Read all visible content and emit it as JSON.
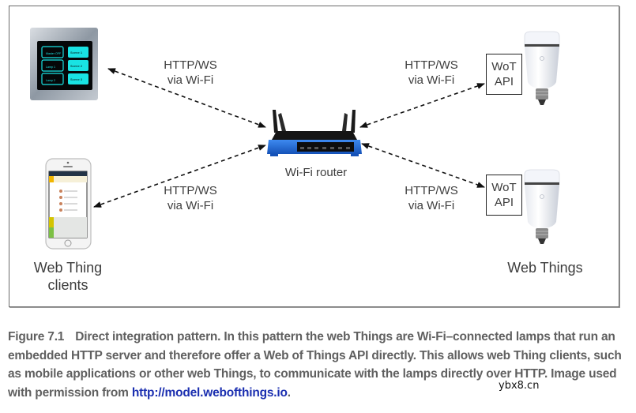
{
  "diagram": {
    "nodes": {
      "wall_switch": {
        "name": "Wall switch panel",
        "buttons_left": [
          "Master OFF",
          "Lamp 1",
          "Lamp 2"
        ],
        "buttons_right": [
          "Scene 1",
          "Scene 2",
          "Scene 3"
        ]
      },
      "smartphone": {
        "name": "Smartphone"
      },
      "router": {
        "label": "Wi-Fi router"
      },
      "lamp_top": {
        "api_label_line1": "WoT",
        "api_label_line2": "API"
      },
      "lamp_bottom": {
        "api_label_line1": "WoT",
        "api_label_line2": "API"
      }
    },
    "connections": [
      {
        "from": "wall_switch",
        "to": "router",
        "line1": "HTTP/WS",
        "line2": "via Wi-Fi"
      },
      {
        "from": "smartphone",
        "to": "router",
        "line1": "HTTP/WS",
        "line2": "via Wi-Fi"
      },
      {
        "from": "router",
        "to": "lamp_top",
        "line1": "HTTP/WS",
        "line2": "via Wi-Fi"
      },
      {
        "from": "router",
        "to": "lamp_bottom",
        "line1": "HTTP/WS",
        "line2": "via Wi-Fi"
      }
    ],
    "group_labels": {
      "clients_line1": "Web Thing",
      "clients_line2": "clients",
      "things": "Web Things"
    }
  },
  "caption": {
    "figure_number": "Figure 7.1",
    "text": "Direct integration pattern. In this pattern the web Things are Wi-Fi–connected lamps that run an embedded HTTP server and therefore offer a Web of Things API directly. This allows web Thing clients, such as mobile applications or other web Things, to communicate with the lamps directly over HTTP. Image used with permission from ",
    "link_text": "http://model.webofthings.io",
    "end": "."
  },
  "watermark": "ybx8.cn",
  "colors": {
    "router_blue": "#1f6fd1",
    "screen_cyan": "#19e3e3",
    "link_blue": "#1b2fb0",
    "caption_gray": "#606060"
  }
}
